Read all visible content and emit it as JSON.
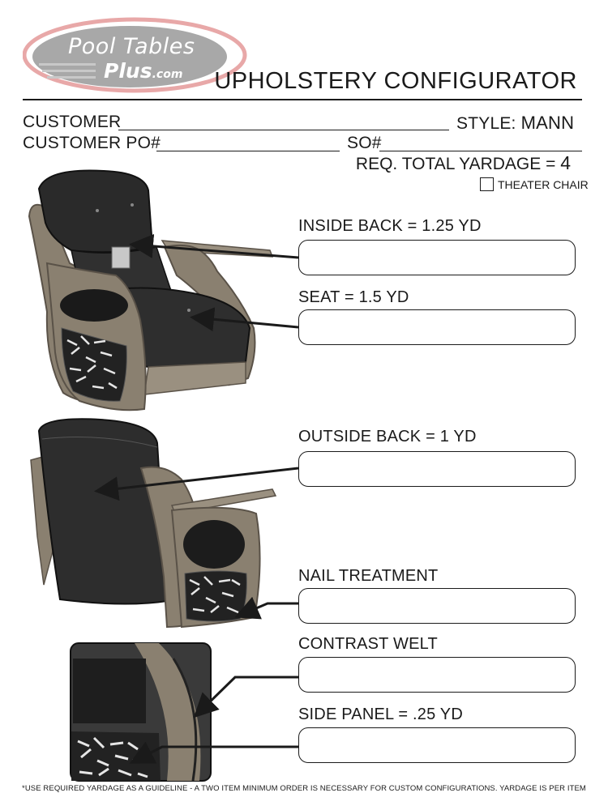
{
  "logo": {
    "line1": "Pool Tables",
    "line2": "Plus",
    "suffix": ".com"
  },
  "header": {
    "title": "UPHOLSTERY CONFIGURATOR"
  },
  "form": {
    "customer_label": "CUSTOMER",
    "style_label": "STYLE:",
    "style_value": "MANN",
    "po_label": "CUSTOMER PO#",
    "so_label": "SO#",
    "yardage_label": "REQ. TOTAL YARDAGE =",
    "yardage_value": "4",
    "theater_label": "THEATER CHAIR"
  },
  "sections": {
    "inside_back": "INSIDE BACK = 1.25 YD",
    "seat": "SEAT = 1.5 YD",
    "outside_back": "OUTSIDE BACK = 1 YD",
    "nail_treatment": "NAIL TREATMENT",
    "contrast_welt": "CONTRAST WELT",
    "side_panel": "SIDE PANEL = .25 YD"
  },
  "footer": "*USE REQUIRED YARDAGE AS A GUIDELINE - A TWO ITEM MINIMUM ORDER IS NECESSARY FOR CUSTOM CONFIGURATIONS. YARDAGE IS PER ITEM",
  "colors": {
    "logo_ring": "#e8a8a8",
    "logo_fill": "#a8a8a8",
    "ink": "#1a1a1a",
    "leather": "#2a2a2a",
    "wood": "#8a8070"
  }
}
